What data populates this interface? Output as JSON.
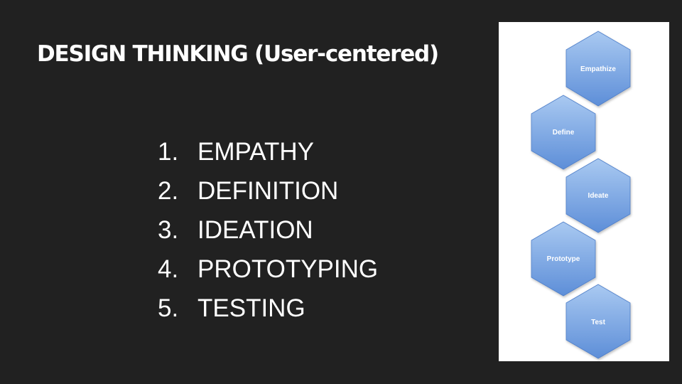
{
  "slide": {
    "title": "DESIGN THINKING (User-centered)"
  },
  "steps": [
    {
      "number": "1.",
      "label": "EMPATHY"
    },
    {
      "number": "2.",
      "label": "DEFINITION"
    },
    {
      "number": "3.",
      "label": "IDEATION"
    },
    {
      "number": "4.",
      "label": "PROTOTYPING"
    },
    {
      "number": "5.",
      "label": "TESTING"
    }
  ],
  "diagram": {
    "stages": [
      "Empathize",
      "Define",
      "Ideate",
      "Prototype",
      "Test"
    ],
    "colors": {
      "panel_background": "#ffffff",
      "hex_fill_top": "#a9c9f1",
      "hex_fill_bottom": "#5d8ed8",
      "hex_stroke": "#4f7fc9",
      "label": "#ffffff"
    }
  }
}
